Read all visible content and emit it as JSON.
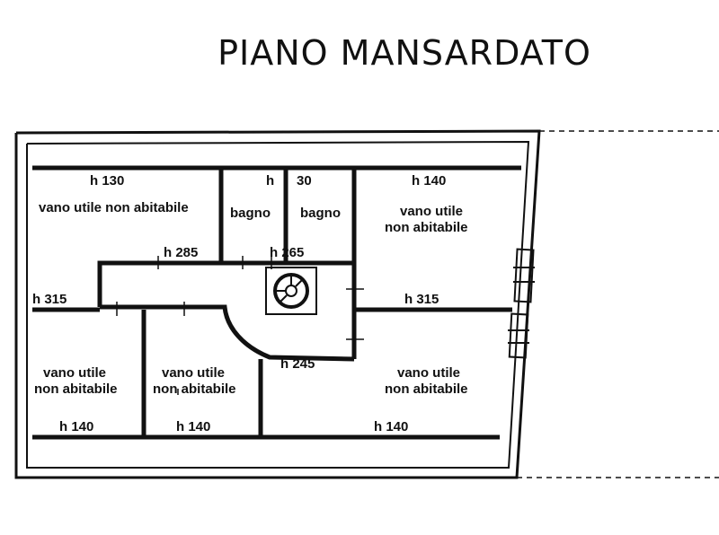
{
  "title": "PIANO MANSARDATO",
  "labels": {
    "r1_height": "h 130",
    "r1_use": "vano utile non abitabile",
    "bath1_h": "h",
    "bath1_name": "bagno",
    "bath2_h": "30",
    "bath2_name": "bagno",
    "r4_height": "h 140",
    "r4_use_1": "vano utile",
    "r4_use_2": "non abitabile",
    "hall_h1": "h 285",
    "hall_h2": "h 265",
    "left_h": "h 315",
    "right_h": "h 315",
    "center_h": "h 245",
    "r5_use_1": "vano utile",
    "r5_use_2": "non abitabile",
    "r6_use_1": "vano utile",
    "r6_use_2": "non abitabile",
    "r7_use_1": "vano utile",
    "r7_use_2": "non abitabile",
    "r5_height": "h 140",
    "r6_height": "h 140",
    "r7_height": "h 140"
  }
}
